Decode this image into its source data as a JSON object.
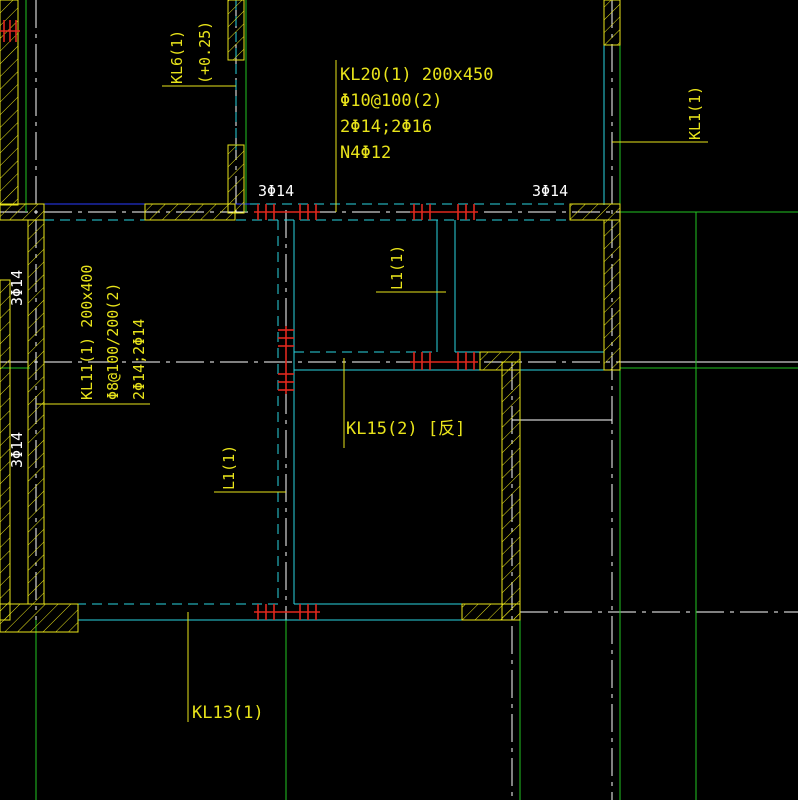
{
  "drawing": {
    "colors": {
      "background": "#000000",
      "axis": "#ffffff",
      "grid": "#22c322",
      "beam_edge": "#2ad4e0",
      "annotation": "#e8e31a",
      "rebar_mark": "#e0281e"
    },
    "labels": {
      "kl6": "KL6(1)",
      "kl6_offset": "(+0.25)",
      "kl20_name": "KL20(1) 200x450",
      "kl20_stirrup": "Φ10@100(2)",
      "kl20_long": "2Φ14;2Φ16",
      "kl20_side": "N4Φ12",
      "kl1_right": "KL1(1)",
      "top_left_bars": "3Φ14",
      "top_right_bars": "3Φ14",
      "left_bars_top": "3Φ14",
      "left_bars_bottom": "3Φ14",
      "l1_upper": "L1(1)",
      "kl11_name": "KL11(1) 200x400",
      "kl11_stirrup": "Φ8@100/200(2)",
      "kl11_long": "2Φ14;2Φ14",
      "kl15": "KL15(2) [反]",
      "l1_lower": "L1(1)",
      "kl13": "KL13(1)"
    }
  }
}
